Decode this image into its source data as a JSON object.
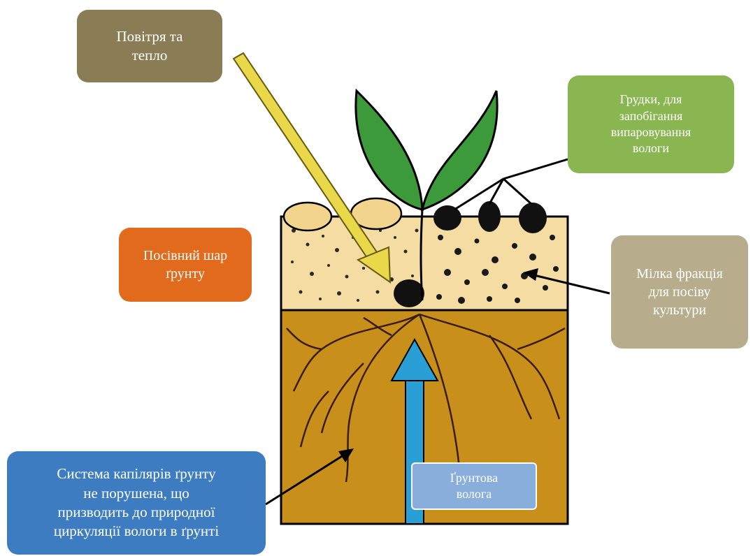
{
  "labels": {
    "air_heat": "Повітря та\nтепло",
    "clods": "Грудки, для\nзапобігання\nвипаровування\nвологи",
    "seedbed": "Посівний шар\nґрунту",
    "fine_fraction": "Мілка фракція\nдля посіву\nкультури",
    "capillaries": "Система капілярів ґрунту\nне порушена, що\nпризводить до природної\nциркуляції вологи в ґрунті",
    "soil_moisture": "Ґрунтова\nволога"
  },
  "colors": {
    "air_box": "#8a7d56",
    "clods_box": "#8ab652",
    "seedbed_box": "#e26a1c",
    "fine_box": "#b7ad8c",
    "capillary_box": "#3d7cc1",
    "moisture_box": "#8aaedc",
    "topsoil": "#f4dca2",
    "subsoil": "#c8901a",
    "leaf": "#3d9a3a",
    "moisture_arrow": "#2a9fd6",
    "air_arrow": "#e8d84a"
  }
}
